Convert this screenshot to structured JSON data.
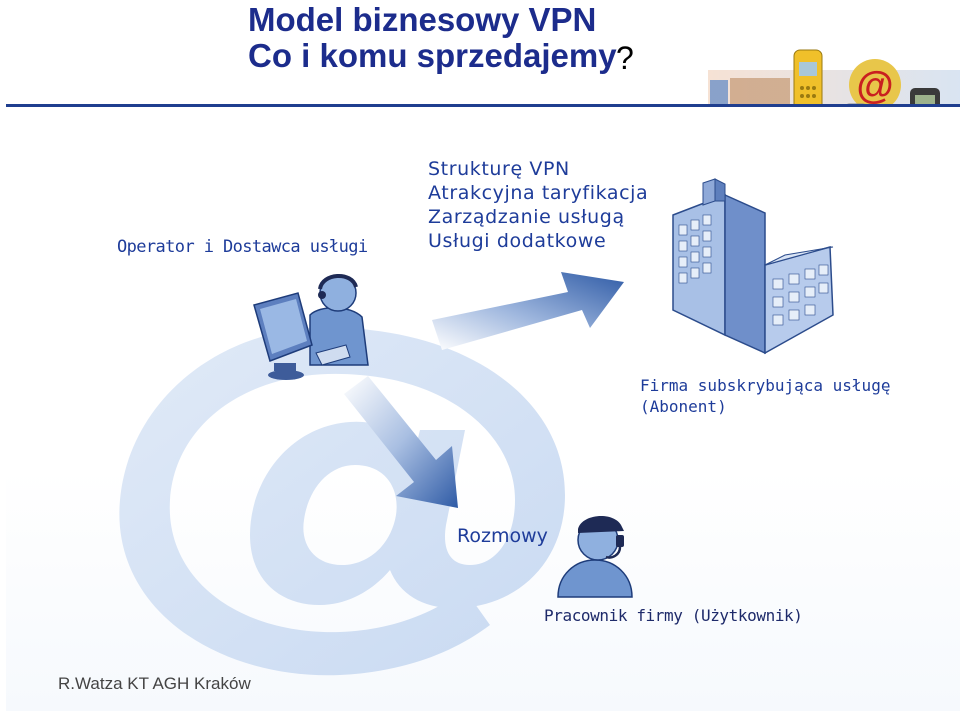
{
  "title": {
    "line1": "Model biznesowy VPN",
    "line2": "Co i komu sprzedajemy",
    "question_mark": "?"
  },
  "operator": {
    "label": "Operator i Dostawca usługi",
    "icon": "operator-at-computer-icon"
  },
  "services": {
    "items": [
      "Strukturę VPN",
      "Atrakcyjna taryfikacja",
      "Zarządzanie usługą",
      "Usługi dodatkowe"
    ]
  },
  "firm": {
    "line1": "Firma subskrybująca usługę",
    "line2": "(Abonent)",
    "icon": "office-building-icon"
  },
  "calls": {
    "label": "Rozmowy"
  },
  "employee": {
    "label": "Pracownik firmy (Użytkownik)",
    "icon": "employee-with-headset-icon"
  },
  "banner_icon": "telecom-collage-icon",
  "background_icon": "at-sign-watermark-icon",
  "footer": "R.Watza KT AGH Kraków",
  "colors": {
    "title": "#1c2c8c",
    "text": "#1e3c9a",
    "rule": "#1f3e8f",
    "watermark": "#4a7fcf",
    "arrow": "#2f5ba6"
  }
}
